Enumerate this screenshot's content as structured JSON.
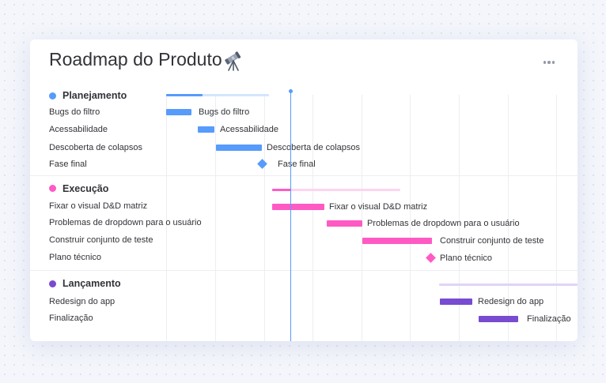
{
  "title": "Roadmap do Produto",
  "colors": {
    "planning": "#579bfc",
    "execution": "#ff5ac4",
    "launch": "#784bd1",
    "today": "#579bfc"
  },
  "icons": {
    "title_icon": "telescope-icon",
    "menu_icon": "more-horizontal-icon"
  },
  "groups": [
    {
      "name": "Planejamento",
      "items": [
        {
          "name": "Bugs do filtro",
          "bar_label": "Bugs do filtro"
        },
        {
          "name": "Acessabilidade",
          "bar_label": "Acessabilidade"
        },
        {
          "name": "Descoberta de colapsos",
          "bar_label": "Descoberta de colapsos"
        },
        {
          "name": "Fase final",
          "bar_label": "Fase final"
        }
      ]
    },
    {
      "name": "Execução",
      "items": [
        {
          "name": "Fixar o visual D&D matriz",
          "bar_label": "Fixar o visual D&D matriz"
        },
        {
          "name": "Problemas de dropdown para o usuário",
          "bar_label": "Problemas de dropdown para o usuário"
        },
        {
          "name": "Construir conjunto de teste",
          "bar_label": "Construir conjunto de teste"
        },
        {
          "name": "Plano técnico",
          "bar_label": "Plano técnico"
        }
      ]
    },
    {
      "name": "Lançamento",
      "items": [
        {
          "name": "Redesign do app",
          "bar_label": "Redesign do app"
        },
        {
          "name": "Finalização",
          "bar_label": "Finalização"
        }
      ]
    }
  ]
}
